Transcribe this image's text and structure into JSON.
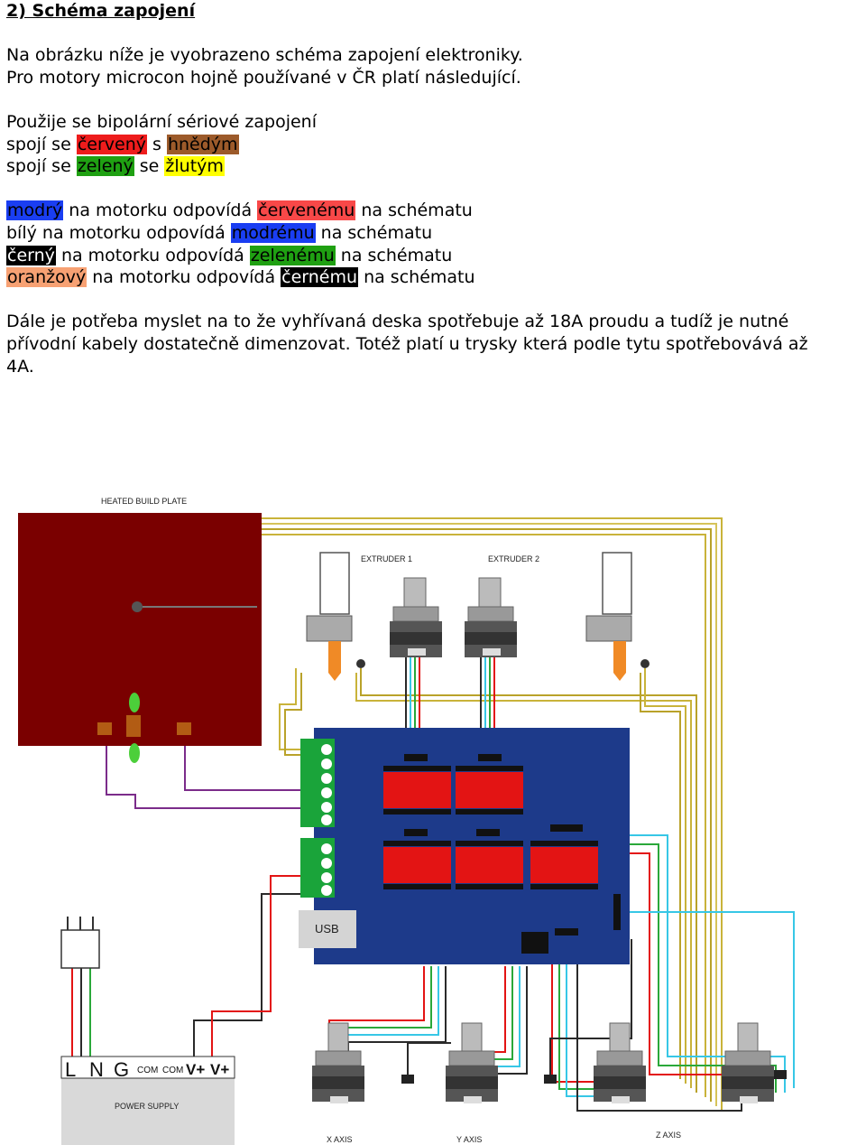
{
  "heading": "2) Schéma zapojení",
  "intro": {
    "line1": "Na obrázku níže je vyobrazeno schéma zapojení elektroniky.",
    "line2": "Pro motory microcon hojně používané v ČR platí následující."
  },
  "serial": {
    "line1": "Použije se bipolární sériové zapojení",
    "l2_pre": "spojí se ",
    "l2_c1": "červený",
    "l2_mid": " s ",
    "l2_c2": "hnědým",
    "l3_pre": "spojí se ",
    "l3_c1": "zelený",
    "l3_mid": " se ",
    "l3_c2": "žlutým"
  },
  "mapping": [
    {
      "motor": "modrý",
      "mid": " na motorku odpovídá ",
      "schema": "červenému",
      "tail": " na schématu"
    },
    {
      "motor": "bílý",
      "mid": " na motorku odpovídá ",
      "schema": "modrému",
      "tail": " na schématu"
    },
    {
      "motor": "černý",
      "mid": " na motorku odpovídá ",
      "schema": "zelenému",
      "tail": " na schématu"
    },
    {
      "motor": "oranžový",
      "mid": " na motorku odpovídá ",
      "schema": "černému",
      "tail": " na schématu"
    }
  ],
  "note": {
    "line1": "Dále je potřeba myslet na to že vyhřívaná deska spotřebuje až 18A proudu a tudíž je nutné",
    "line2": "přívodní kabely dostatečně dimenzovat. Totéž platí u trysky která podle tytu spotřebovává až",
    "line3": "4A."
  },
  "diagram": {
    "heated_plate": "HEATED BUILD PLATE",
    "extruder1": "EXTRUDER 1",
    "extruder2": "EXTRUDER 2",
    "usb": "USB",
    "power_supply": "POWER SUPPLY",
    "x_axis": "X AXIS",
    "y_axis": "Y AXIS",
    "z_axis": "Z AXIS",
    "terminals": [
      "L",
      "N",
      "G",
      "COM",
      "COM",
      "V+",
      "V+"
    ],
    "colors": {
      "plate": "#7a0000",
      "board": "#1d3a8a",
      "connector": "#1aa43a",
      "driver": "#e31414",
      "wire_gold": "#c9b33a",
      "wire_purple": "#7b2c8a",
      "wire_cyan": "#37c7e6"
    }
  }
}
